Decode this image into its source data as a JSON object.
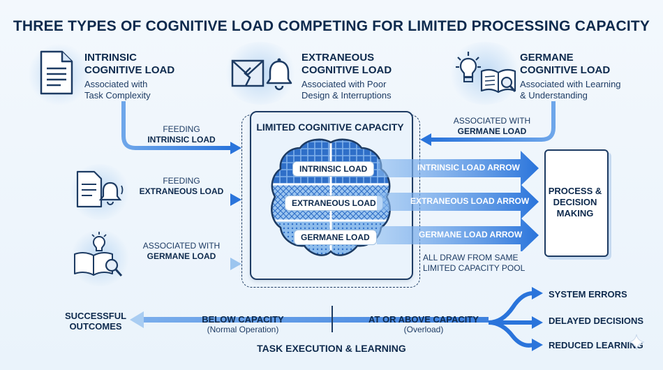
{
  "title": "THREE TYPES OF COGNITIVE LOAD COMPETING FOR LIMITED PROCESSING CAPACITY",
  "intrinsic": {
    "heading_1": "INTRINSIC",
    "heading_2": "COGNITIVE LOAD",
    "desc_1": "Associated with",
    "desc_2": "Task Complexity"
  },
  "extraneous": {
    "heading_1": "EXTRANEOUS",
    "heading_2": "COGNITIVE LOAD",
    "desc_1": "Associated with Poor",
    "desc_2": "Design & Interruptions"
  },
  "germane": {
    "heading_1": "GERMANE",
    "heading_2": "COGNITIVE LOAD",
    "desc_1": "Associated with Learning",
    "desc_2": "& Understanding"
  },
  "feeds": {
    "intrinsic_1": "FEEDING",
    "intrinsic_2": "INTRINSIC LOAD",
    "extraneous_1": "FEEDING",
    "extraneous_2": "EXTRANEOUS LOAD",
    "germane_1": "ASSOCIATED WITH",
    "germane_2": "GERMANE LOAD",
    "germane_top_1": "ASSOCIATED WITH",
    "germane_top_2": "GERMANE LOAD"
  },
  "capacity": {
    "title": "LIMITED COGNITIVE CAPACITY",
    "intrinsic_label": "INTRINSIC LOAD",
    "extraneous_label": "EXTRANEOUS LOAD",
    "germane_label": "GERMANE LOAD"
  },
  "arrows": {
    "intrinsic": "INTRINSIC LOAD ARROW",
    "extraneous": "EXTRANEOUS LOAD ARROW",
    "germane": "GERMANE LOAD ARROW",
    "note_1": "ALL DRAW FROM SAME",
    "note_2": "LIMITED CAPACITY POOL"
  },
  "process": {
    "line_1": "PROCESS &",
    "line_2": "DECISION",
    "line_3": "MAKING"
  },
  "bottom": {
    "success_1": "SUCCESSFUL",
    "success_2": "OUTCOMES",
    "below": "BELOW CAPACITY",
    "below_sub": "(Normal Operation)",
    "above": "AT OR ABOVE CAPACITY",
    "above_sub": "(Overload)",
    "task": "TASK EXECUTION & LEARNING"
  },
  "outcomes": [
    "SYSTEM ERRORS",
    "DELAYED DECISIONS",
    "REDUCED LEARNING"
  ],
  "colors": {
    "primary": "#2f7be0",
    "light": "#a9cdf2",
    "ink": "#0e2a4d"
  }
}
